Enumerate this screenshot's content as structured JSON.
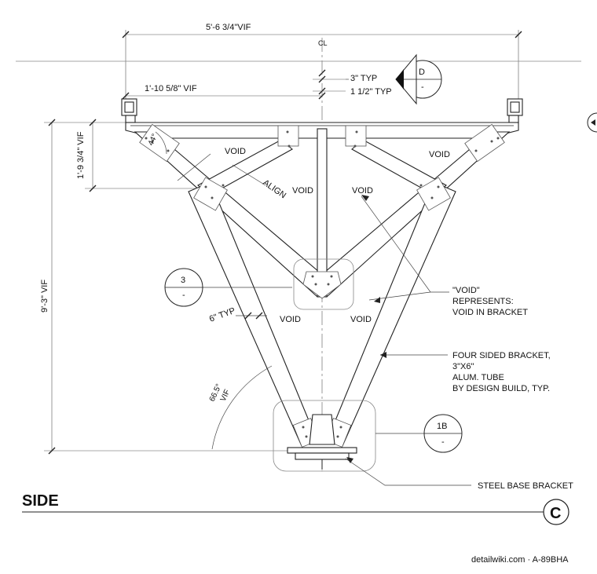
{
  "view_title": "SIDE",
  "centerline_symbol": "CL",
  "dimensions": {
    "overall_width": "5'-6 3/4\"VIF",
    "top_offset": "1'-10 5/8\" VIF",
    "upper_height": "1'-9 3/4\" VIF",
    "overall_height": "9'-3\" VIF",
    "angle_top": "44°",
    "angle_bottom": "66.5°",
    "angle_bottom_suffix": "VIF",
    "tube_width": "6\" TYP",
    "plate_thickness": "3\" TYP",
    "plate_offset": "1 1/2\" TYP"
  },
  "labels": {
    "void": "VOID",
    "align": "ALIGN"
  },
  "notes": {
    "void_note": [
      "\"VOID\"",
      "REPRESENTS:",
      "VOID IN BRACKET"
    ],
    "bracket_note": [
      "FOUR SIDED BRACKET,",
      "3\"X6\"",
      "ALUM. TUBE",
      "BY DESIGN BUILD, TYP."
    ],
    "base_note": "STEEL BASE BRACKET"
  },
  "callouts": {
    "d": {
      "id": "D",
      "sheet": "-"
    },
    "three": {
      "id": "3",
      "sheet": "-"
    },
    "one_b": {
      "id": "1B",
      "sheet": "-"
    }
  },
  "title_marker": "C",
  "watermark": "detailwiki.com · A-89BHA"
}
